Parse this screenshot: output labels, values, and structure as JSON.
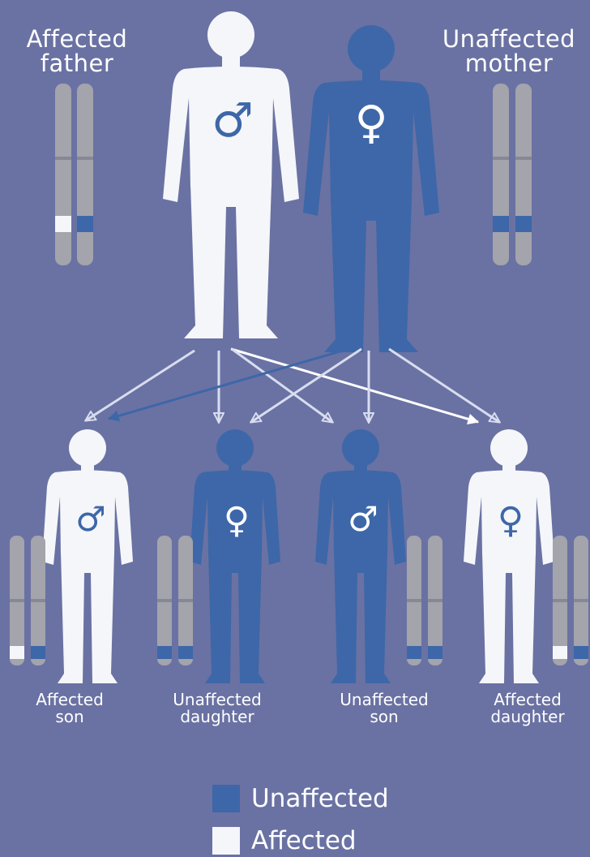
{
  "colors": {
    "background": "#6a72a3",
    "unaffected": "#3d67a8",
    "affected": "#f4f6fa",
    "chromosome": "#a3a4ac"
  },
  "parents": {
    "father": {
      "label": "Affected\nfather",
      "symbol": "♂",
      "status": "affected"
    },
    "mother": {
      "label": "Unaffected\nmother",
      "symbol": "♀",
      "status": "unaffected"
    }
  },
  "children": [
    {
      "label": "Affected\nson",
      "symbol": "♂",
      "status": "affected"
    },
    {
      "label": "Unaffected\ndaughter",
      "symbol": "♀",
      "status": "unaffected"
    },
    {
      "label": "Unaffected\nson",
      "symbol": "♂",
      "status": "unaffected"
    },
    {
      "label": "Affected\ndaughter",
      "symbol": "♀",
      "status": "affected"
    }
  ],
  "legend": {
    "unaffected": "Unaffected",
    "affected": "Affected"
  }
}
